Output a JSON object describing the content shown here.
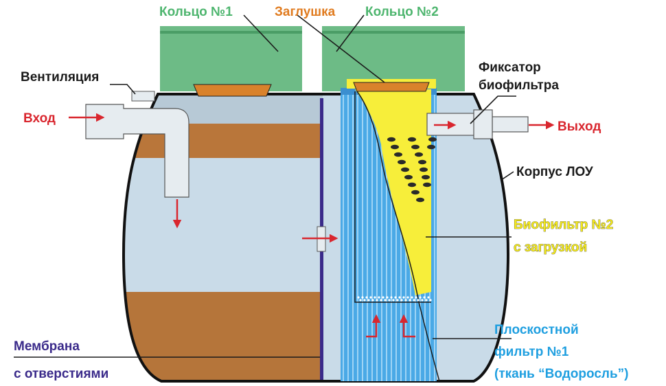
{
  "labels": {
    "ring1": "Кольцо №1",
    "plug": "Заглушка",
    "ring2": "Кольцо №2",
    "ventilation": "Вентиляция",
    "inlet": "Вход",
    "fixator_line1": "Фиксатор",
    "fixator_line2": "биофильтра",
    "outlet": "Выход",
    "body": "Корпус ЛОУ",
    "biofilter_line1": "Биофильтр №2",
    "biofilter_line2": "с загрузкой",
    "membrane_line1": "Мембрана",
    "membrane_line2": "с отверстиями",
    "planar_line1": "Плоскостной",
    "planar_line2": "фильтр №1",
    "planar_line3": "(ткань “Водоросль”)"
  },
  "colors": {
    "ring": "#6dbb86",
    "ring_band": "#4a9d66",
    "plug": "#d9822b",
    "tank_body": "#b7c9d6",
    "tank_outline": "#111111",
    "water": "#c9dbe8",
    "sludge_top": "#b9763a",
    "sludge_bottom": "#b5753a",
    "pipe": "#e6ecf0",
    "filter_blue": "#4aa9e6",
    "filter_stripe": "#9fd4f5",
    "biofilter": "#f7ee3a",
    "membrane": "#3a2a8a",
    "arrow_red": "#d9262e"
  }
}
